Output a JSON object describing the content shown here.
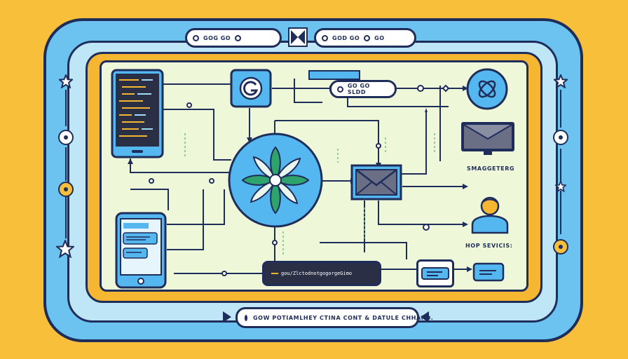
{
  "top_bar": {
    "pill_left_label": "GOG GO",
    "pill_right_label": "GOD GO",
    "pill_right_suffix": "GO"
  },
  "nodes": {
    "top_tag": "GO GO SLDD",
    "monitor_label": "SMAGGETERG",
    "services_label": "HOP SEVICIS:",
    "command_bar": "gou/ZlctodnotgogorgeGimo"
  },
  "caption": {
    "text": "GOW POTIAMLHEY CTINA CONT & DATULE CHHARO."
  },
  "colors": {
    "background": "#f8bf3a",
    "frame_blue": "#6cc3f0",
    "canvas": "#eef8d9",
    "outline": "#1f2d5a",
    "accent_blue": "#55b7ef",
    "leaf_green": "#2ea36b"
  },
  "icons": [
    "code-window-icon",
    "g-logo-icon",
    "atom-icon",
    "envelope-icon",
    "monitor-envelope-icon",
    "person-icon",
    "mobile-chat-icon",
    "flower-hub-icon",
    "star-icon",
    "bowtie-icon"
  ]
}
